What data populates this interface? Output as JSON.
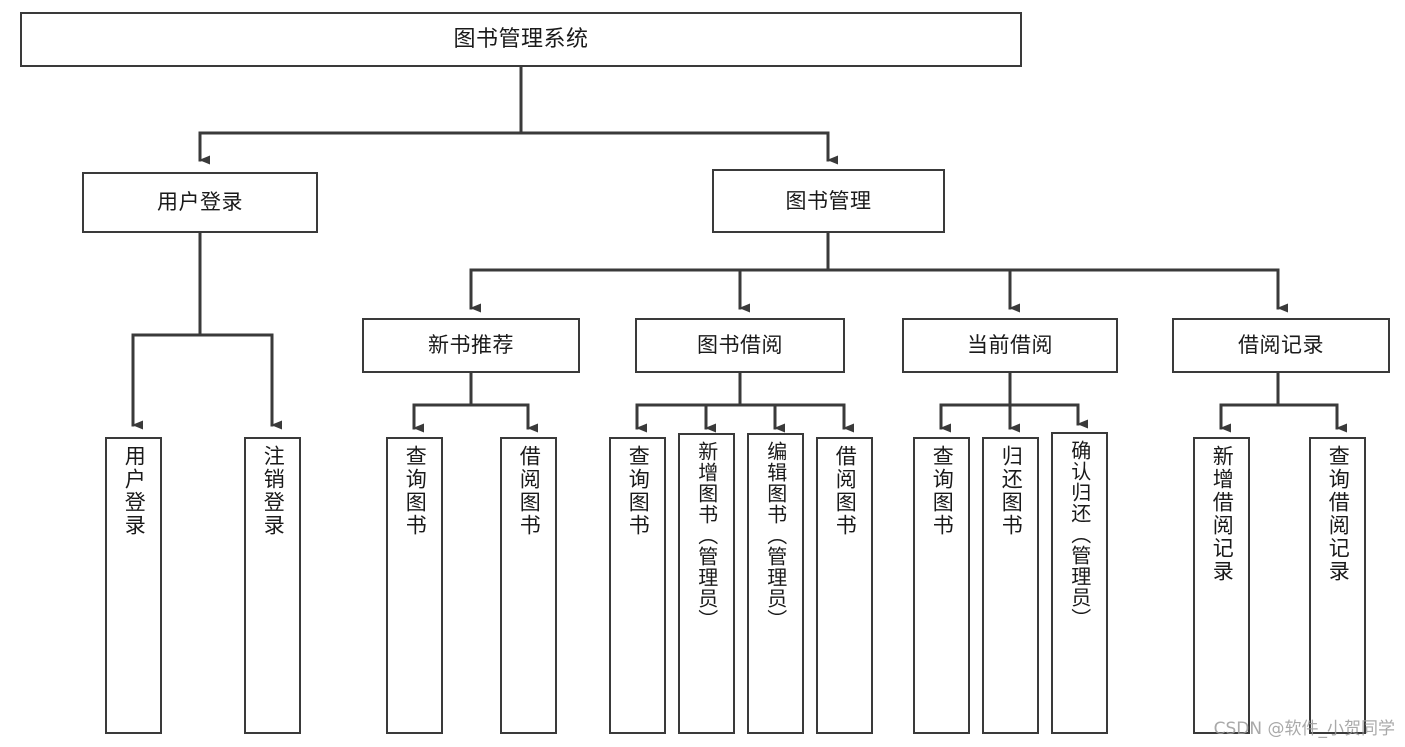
{
  "diagram": {
    "title": "图书管理系统",
    "type": "tree-hierarchy-diagram",
    "colors": {
      "background": "#ffffff",
      "node_border": "#3a3a3a",
      "node_fill": "#ffffff",
      "connector": "#3a3a3a",
      "text": "#1a1a1a",
      "watermark": "#9b9b9b"
    },
    "root": {
      "label": "图书管理系统"
    },
    "level2": [
      {
        "label": "用户登录"
      },
      {
        "label": "图书管理"
      }
    ],
    "level3": [
      {
        "label": "新书推荐"
      },
      {
        "label": "图书借阅"
      },
      {
        "label": "当前借阅"
      },
      {
        "label": "借阅记录"
      }
    ],
    "leaves": {
      "user_login": [
        {
          "label": "用户登录"
        },
        {
          "label": "注销登录"
        }
      ],
      "new_book_recommend": [
        {
          "label": "查询图书"
        },
        {
          "label": "借阅图书"
        }
      ],
      "book_borrow": [
        {
          "label": "查询图书"
        },
        {
          "label": "新增图书（管理员）"
        },
        {
          "label": "编辑图书（管理员）"
        },
        {
          "label": "借阅图书"
        }
      ],
      "current_borrow": [
        {
          "label": "查询图书"
        },
        {
          "label": "归还图书"
        },
        {
          "label": "确认归还（管理员）"
        }
      ],
      "borrow_record": [
        {
          "label": "新增借阅记录"
        },
        {
          "label": "查询借阅记录"
        }
      ]
    },
    "watermark": "CSDN @软件_小贺同学"
  }
}
